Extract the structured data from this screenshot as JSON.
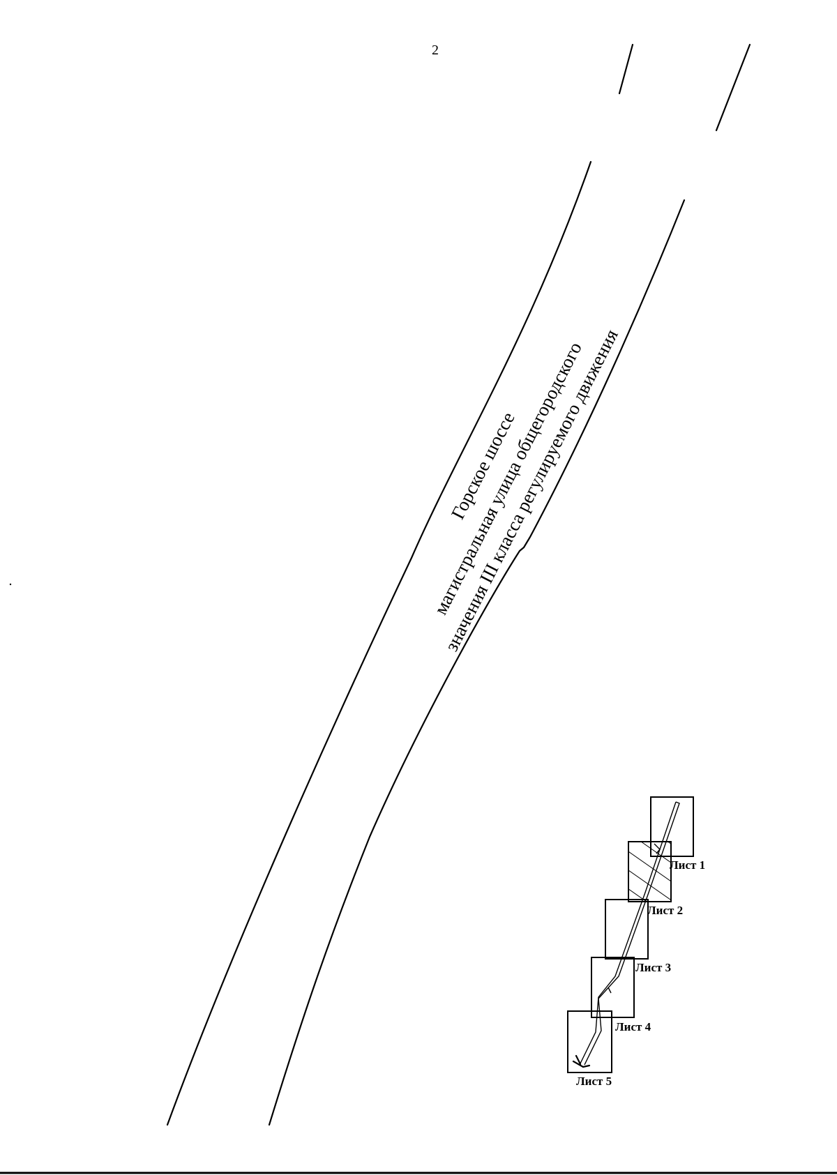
{
  "page_number": "2",
  "road": {
    "name": "Горское шоссе",
    "description_line1": "магистральная улица общегородского",
    "description_line2": "значения III класса регулируемого движения"
  },
  "key_map": {
    "sheets": [
      {
        "label": "Лист 1",
        "highlighted": false
      },
      {
        "label": "Лист 2",
        "highlighted": true
      },
      {
        "label": "Лист 3",
        "highlighted": false
      },
      {
        "label": "Лист 4",
        "highlighted": false
      },
      {
        "label": "Лист 5",
        "highlighted": false
      }
    ]
  }
}
